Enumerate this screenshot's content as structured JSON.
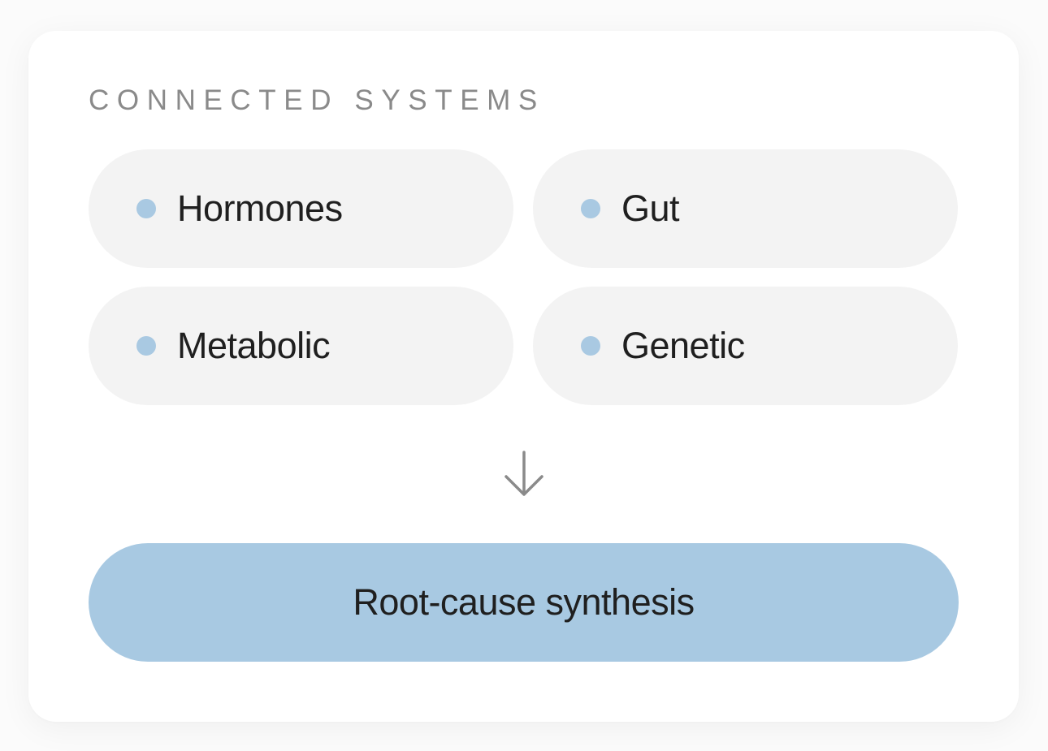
{
  "section": {
    "title": "CONNECTED SYSTEMS"
  },
  "systems": [
    {
      "label": "Hormones"
    },
    {
      "label": "Gut"
    },
    {
      "label": "Metabolic"
    },
    {
      "label": "Genetic"
    }
  ],
  "flow": {
    "arrow_icon": "arrow-down-icon"
  },
  "result": {
    "label": "Root-cause synthesis"
  },
  "colors": {
    "accent": "#a8c9e2",
    "pill_background": "#f3f3f3",
    "label_text": "#8a8a8a",
    "body_text": "#1f1f1f"
  }
}
